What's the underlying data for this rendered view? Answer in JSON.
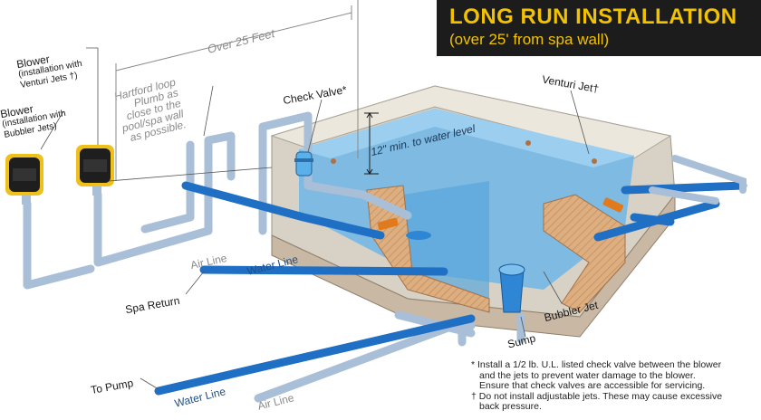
{
  "title": {
    "main": "LONG RUN INSTALLATION",
    "sub": "(over 25' from spa wall)",
    "accent_color": "#f2c200",
    "banner_color": "#1c1c1c"
  },
  "labels": {
    "blower_venturi": [
      "Blower",
      "(installation with",
      "Venturi Jets †)"
    ],
    "blower_bubbler": [
      "Blower",
      "(installation with",
      "Bubbler Jets)"
    ],
    "over_25_feet": "Over 25 Feet",
    "hartford_loop": [
      "Hartford loop",
      "Plumb as",
      "close to the",
      "pool/spa wall",
      "as possible."
    ],
    "check_valve": "Check Valve*",
    "water_level": "12\" min. to water level",
    "venturi_jet": "Venturi Jet†",
    "air_line": "Air Line",
    "water_line": "Water Line",
    "spa_return": "Spa Return",
    "bubbler_jet": "Bubbler Jet",
    "sump": "Sump",
    "to_pump": "To Pump"
  },
  "notes": [
    {
      "prefix": "*",
      "lines": [
        "Install a 1/2 lb. U.L. listed check valve between the blower",
        "and the jets to prevent water damage to the blower.",
        "Ensure that check valves are accessible for servicing."
      ]
    },
    {
      "prefix": "†",
      "lines": [
        "Do not install adjustable jets. These may cause excessive",
        "back pressure."
      ]
    }
  ],
  "colors": {
    "water_pipe": "#1f6fc4",
    "air_pipe": "#a9bfd8",
    "spa_water": "#6fb6e6",
    "spa_shell": "#e3ddd0",
    "wall_cut": "#d9a878",
    "fitting": "#e07a1c"
  },
  "icons": [
    "blower-icon",
    "check-valve-icon",
    "sump-icon",
    "venturi-jet-icon"
  ]
}
